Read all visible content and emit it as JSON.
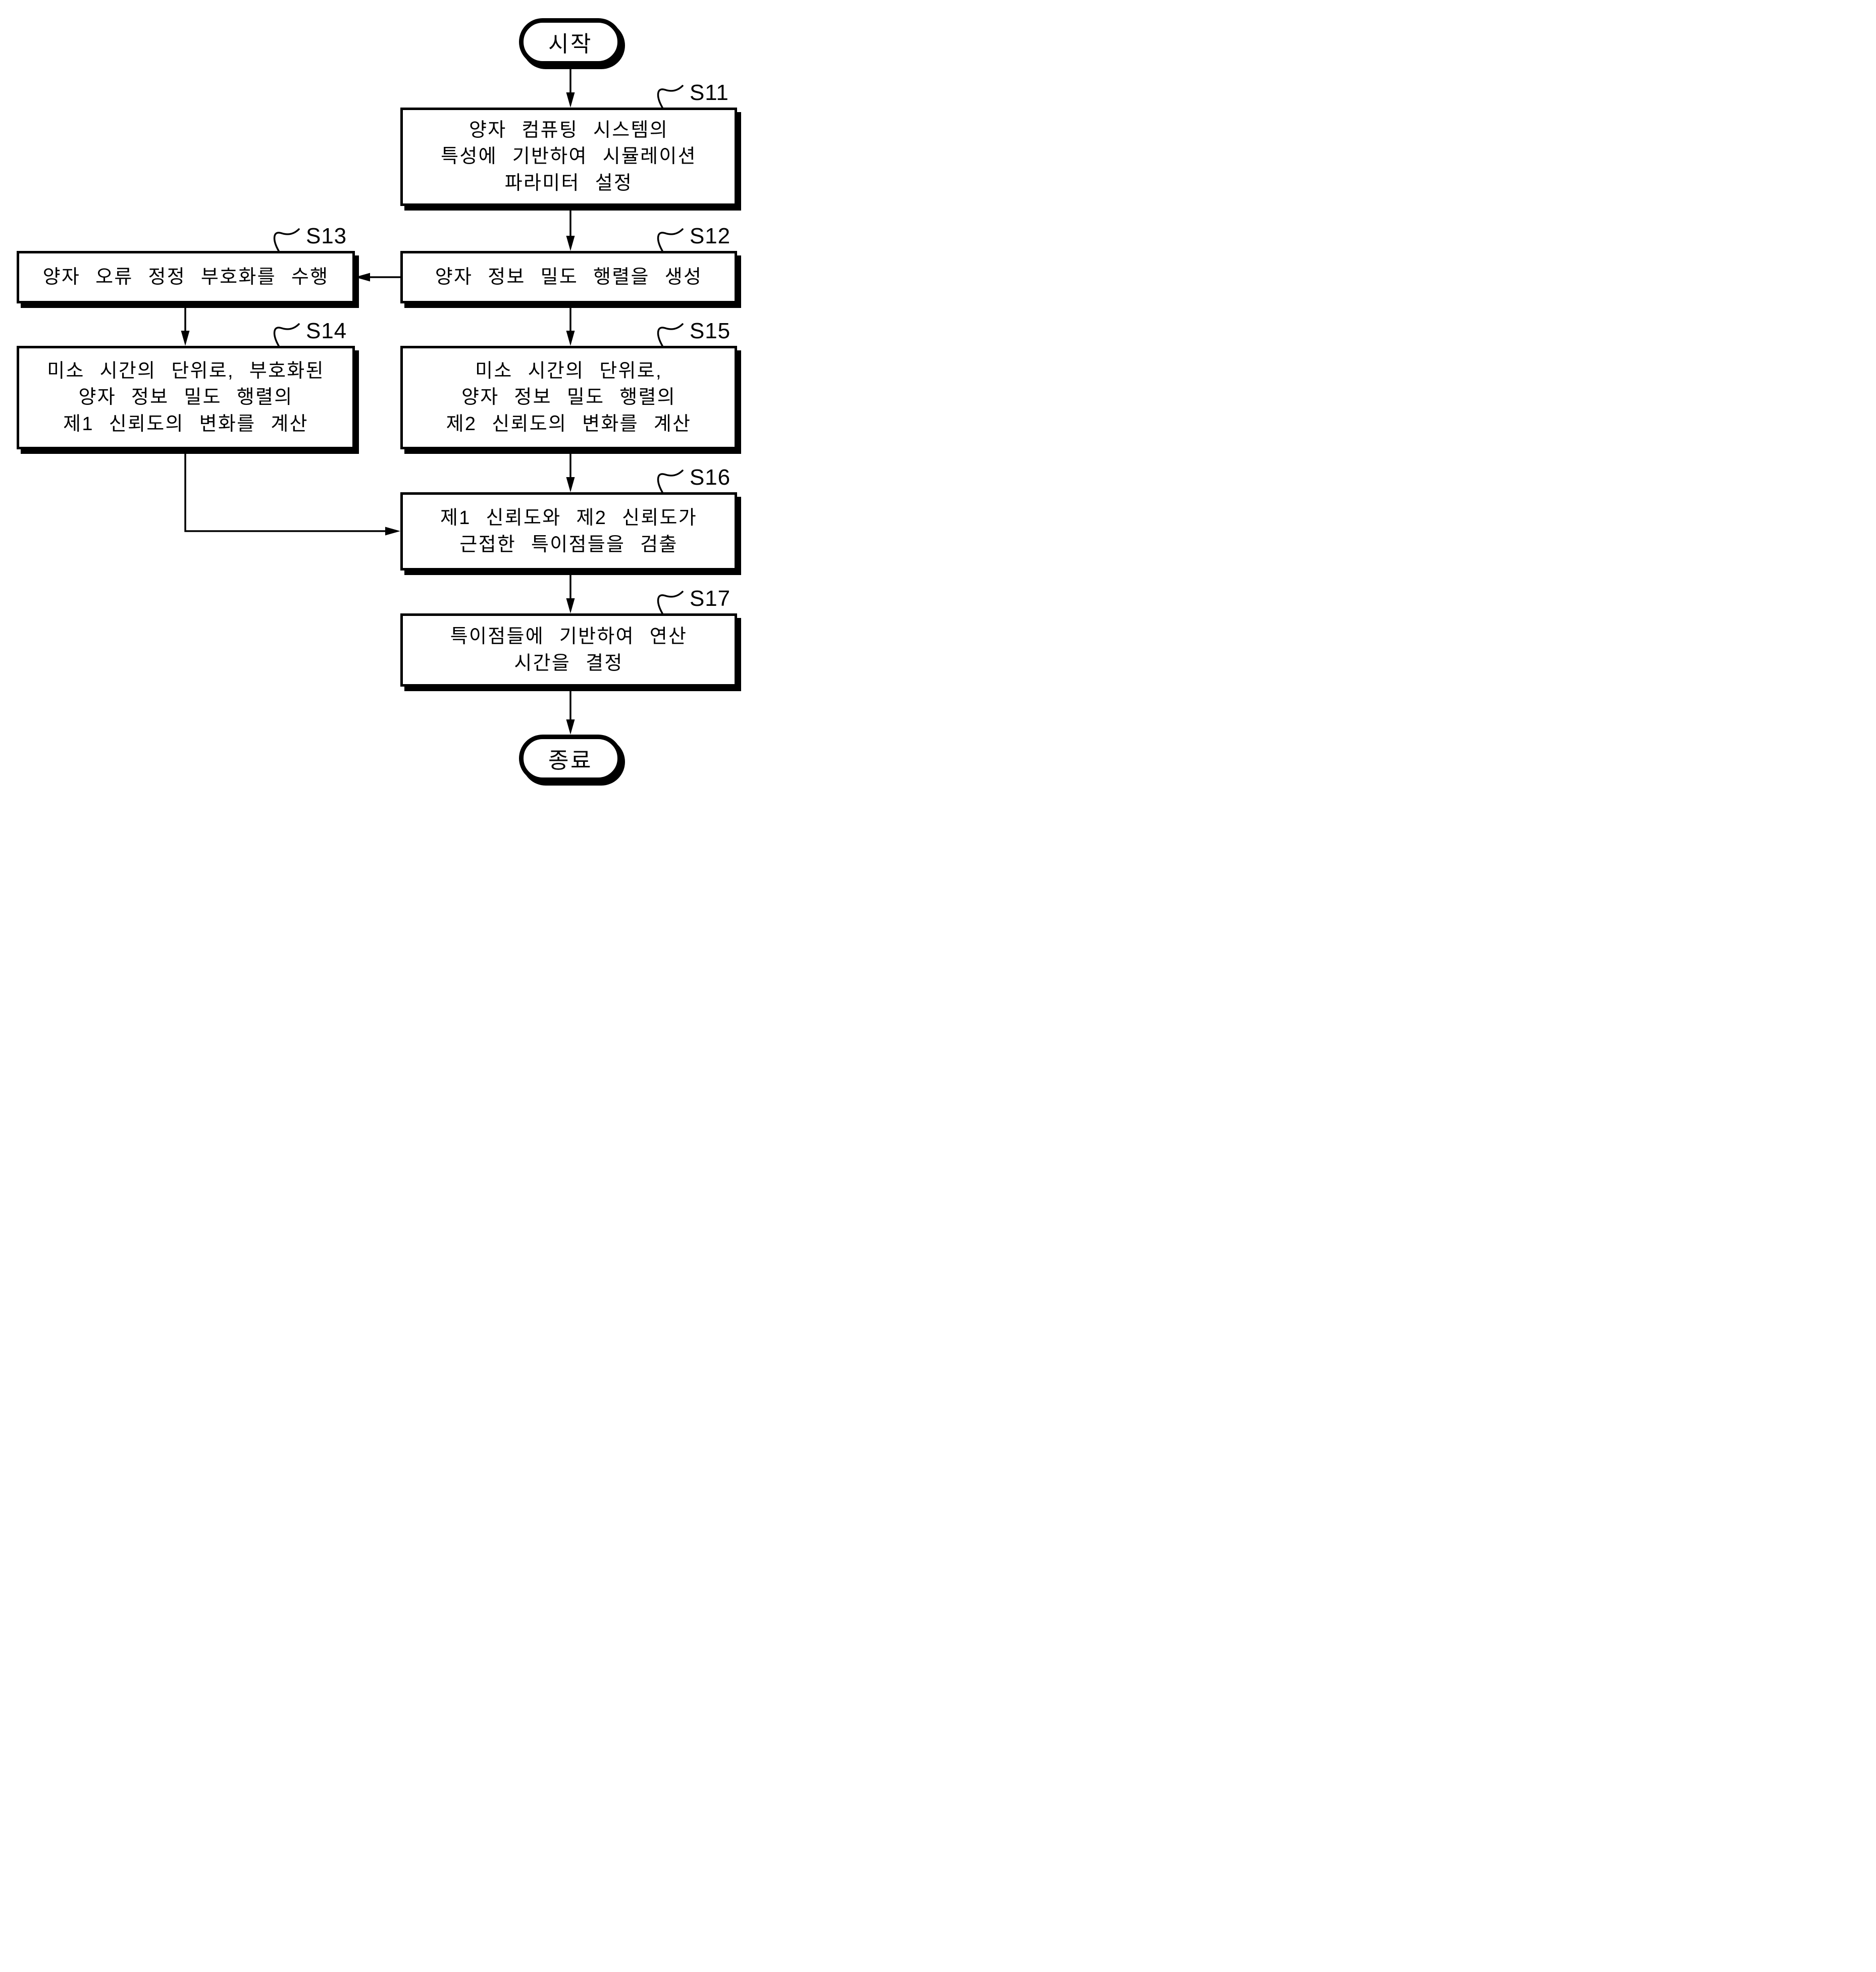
{
  "diagram": {
    "type": "flowchart",
    "start_label": "시작",
    "end_label": "종료",
    "steps": [
      {
        "id": "S11",
        "label": "S11",
        "lines": [
          "양자 컴퓨팅 시스템의",
          "특성에 기반하여 시뮬레이션",
          "파라미터 설정"
        ]
      },
      {
        "id": "S12",
        "label": "S12",
        "lines": [
          "양자 정보 밀도 행렬을 생성"
        ]
      },
      {
        "id": "S13",
        "label": "S13",
        "lines": [
          "양자 오류 정정 부호화를 수행"
        ]
      },
      {
        "id": "S14",
        "label": "S14",
        "lines": [
          "미소 시간의 단위로, 부호화된",
          "양자 정보 밀도 행렬의",
          "제1 신뢰도의 변화를 계산"
        ]
      },
      {
        "id": "S15",
        "label": "S15",
        "lines": [
          "미소 시간의 단위로,",
          "양자 정보 밀도 행렬의",
          "제2 신뢰도의 변화를 계산"
        ]
      },
      {
        "id": "S16",
        "label": "S16",
        "lines": [
          "제1 신뢰도와 제2 신뢰도가",
          "근접한 특이점들을 검출"
        ]
      },
      {
        "id": "S17",
        "label": "S17",
        "lines": [
          "특이점들에 기반하여 연산",
          "시간을 결정"
        ]
      }
    ],
    "colors": {
      "stroke": "#000000",
      "fill": "#ffffff"
    }
  }
}
